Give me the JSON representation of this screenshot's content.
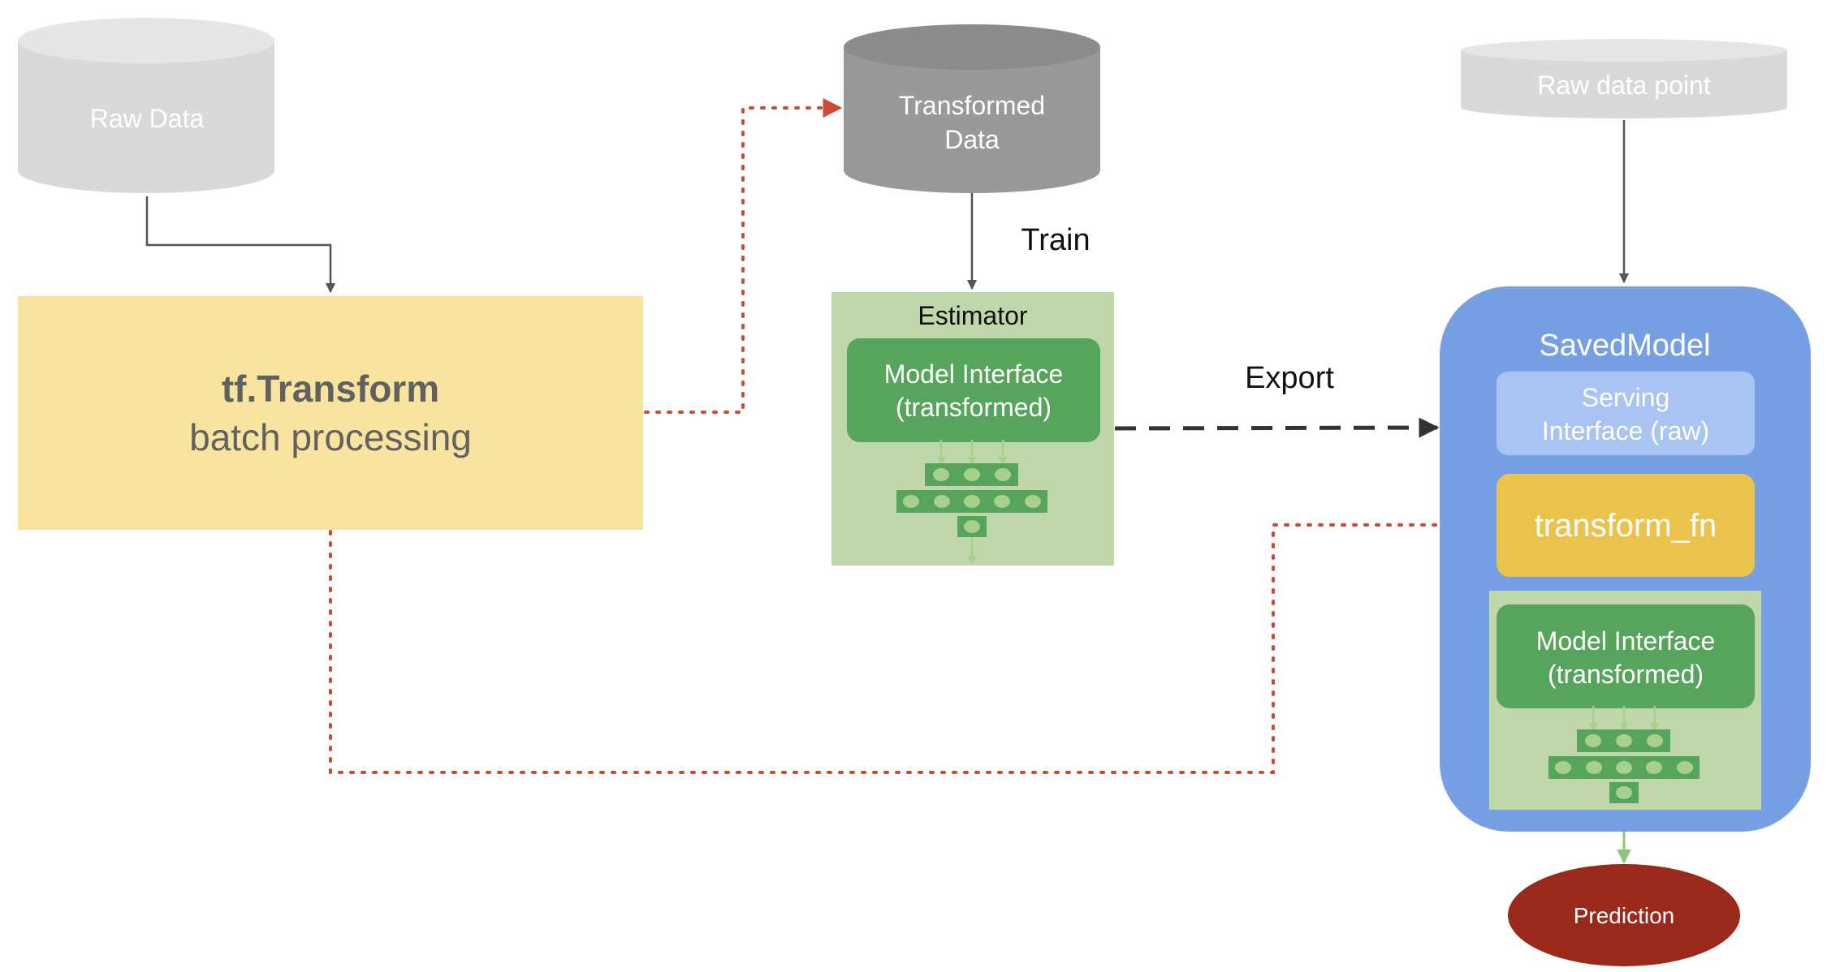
{
  "nodes": {
    "raw_data": {
      "label": "Raw Data"
    },
    "transformed_data": {
      "line1": "Transformed",
      "line2": "Data"
    },
    "raw_data_point": {
      "label": "Raw data point"
    },
    "tf_transform": {
      "title": "tf.Transform",
      "subtitle": "batch processing"
    },
    "estimator": {
      "label": "Estimator",
      "model_line1": "Model Interface",
      "model_line2": "(transformed)"
    },
    "saved_model": {
      "label": "SavedModel",
      "serving_line1": "Serving",
      "serving_line2": "Interface (raw)",
      "transform_fn": "transform_fn",
      "model_line1": "Model Interface",
      "model_line2": "(transformed)"
    },
    "prediction": {
      "label": "Prediction"
    }
  },
  "edges": {
    "train": {
      "label": "Train"
    },
    "export": {
      "label": "Export"
    }
  },
  "colors": {
    "cylinder_light": "#d9d9d9",
    "cylinder_dark": "#999999",
    "tf_transform_fill": "#f9e49f",
    "estimator_fill": "#bfd7ab",
    "model_interface_fill": "#57a55c",
    "saved_model_fill": "#77a0e4",
    "serving_fill": "#a9c4f2",
    "transform_fn_fill": "#e9c34c",
    "prediction_fill": "#9b291b",
    "dotted_arrow": "#cc4b33",
    "solid_arrow": "#555555"
  }
}
